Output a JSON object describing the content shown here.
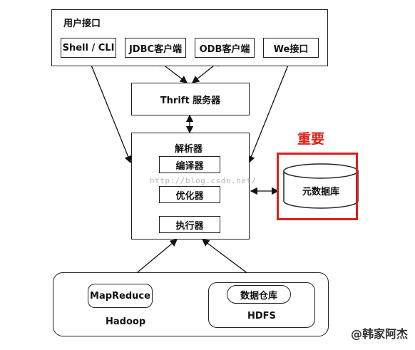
{
  "user_interface": {
    "title": "用户接口",
    "items": [
      "Shell / CLI",
      "JDBC客户端",
      "ODB客户端",
      "We接口"
    ]
  },
  "thrift": {
    "label": "Thrift  服务器"
  },
  "driver": {
    "title": "解析器",
    "items": [
      "编译器",
      "优化器",
      "执行器"
    ]
  },
  "metastore": {
    "label": "元数据库",
    "annotation": "重要"
  },
  "hadoop": {
    "label": "Hadoop",
    "mapreduce": "MapReduce",
    "hdfs": {
      "label": "HDFS",
      "datastore": "数据仓库"
    }
  },
  "watermark": "http://blog.csdn.net/",
  "brand_text": "@韩家阿杰",
  "colors": {
    "highlight": "#d9201a",
    "stroke": "#222222"
  }
}
